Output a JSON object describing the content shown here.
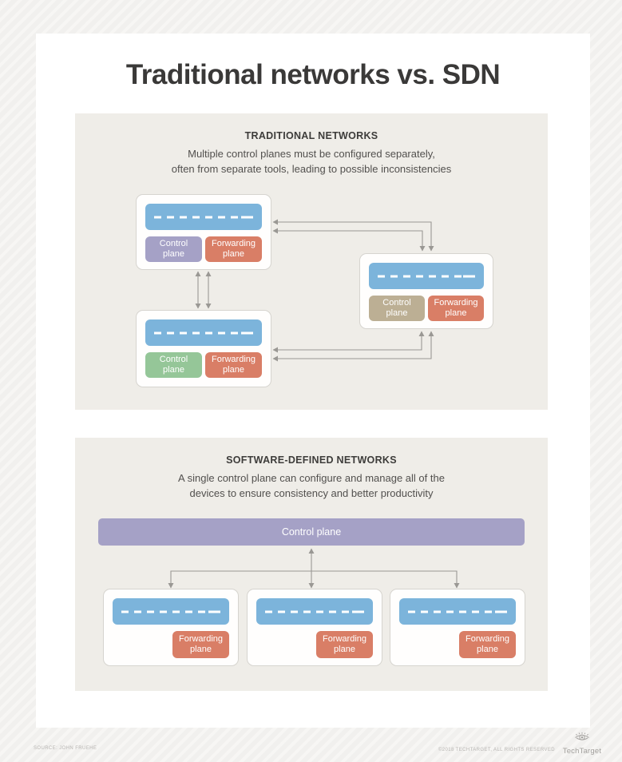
{
  "title": "Traditional networks vs. SDN",
  "traditional": {
    "heading": "TRADITIONAL NETWORKS",
    "description": "Multiple control planes must be configured separately,\noften from separate tools, leading to possible inconsistencies",
    "devices": [
      {
        "name": "device-1",
        "control_label": "Control\nplane",
        "forwarding_label": "Forwarding\nplane",
        "control_color": "purple"
      },
      {
        "name": "device-2",
        "control_label": "Control\nplane",
        "forwarding_label": "Forwarding\nplane",
        "control_color": "tan"
      },
      {
        "name": "device-3",
        "control_label": "Control\nplane",
        "forwarding_label": "Forwarding\nplane",
        "control_color": "green"
      }
    ]
  },
  "sdn": {
    "heading": "SOFTWARE-DEFINED NETWORKS",
    "description": "A single control plane can configure and manage all of the\ndevices to ensure consistency and better productivity",
    "control_plane_label": "Control plane",
    "devices": [
      {
        "name": "sdn-device-1",
        "forwarding_label": "Forwarding\nplane"
      },
      {
        "name": "sdn-device-2",
        "forwarding_label": "Forwarding\nplane"
      },
      {
        "name": "sdn-device-3",
        "forwarding_label": "Forwarding\nplane"
      }
    ]
  },
  "footer": {
    "source": "SOURCE: JOHN FRUEHE",
    "copyright": "©2018 TECHTARGET, ALL RIGHTS RESERVED",
    "brand": "TechTarget"
  },
  "colors": {
    "device_bar_blue": "#7CB4DB",
    "forwarding_salmon": "#D97E66",
    "control_purple": "#A5A1C6",
    "control_tan": "#BCAF94",
    "control_green": "#95C698",
    "sdn_control_bar": "#A5A1C6",
    "section_background": "#EFEDE8",
    "arrow_gray": "#9A9894"
  }
}
